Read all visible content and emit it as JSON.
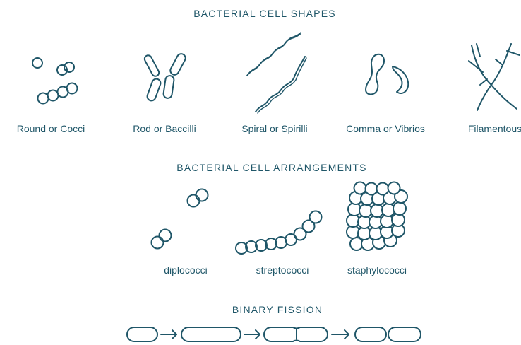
{
  "colors": {
    "ink": "#1f5668",
    "background": "#ffffff"
  },
  "headings": {
    "shapes": "BACTERIAL CELL SHAPES",
    "arrangements": "BACTERIAL CELL ARRANGEMENTS",
    "fission": "BINARY FISSION"
  },
  "shapes": [
    {
      "icon": "cocci-icon",
      "label": "Round or Cocci"
    },
    {
      "icon": "rod-icon",
      "label": "Rod or Baccilli"
    },
    {
      "icon": "spiral-icon",
      "label": "Spiral or Spirilli"
    },
    {
      "icon": "comma-icon",
      "label": "Comma or Vibrios"
    },
    {
      "icon": "filament-icon",
      "label": "Filamentous"
    }
  ],
  "arrangements": [
    {
      "icon": "diplococci-icon",
      "label": "diplococci"
    },
    {
      "icon": "streptococci-icon",
      "label": "streptococci"
    },
    {
      "icon": "staphylococci-icon",
      "label": "staphylococci"
    }
  ],
  "fission_steps": [
    {
      "icon": "single-cell-icon"
    },
    {
      "icon": "elongated-cell-icon"
    },
    {
      "icon": "dividing-cell-icon"
    },
    {
      "icon": "two-cells-icon"
    }
  ]
}
